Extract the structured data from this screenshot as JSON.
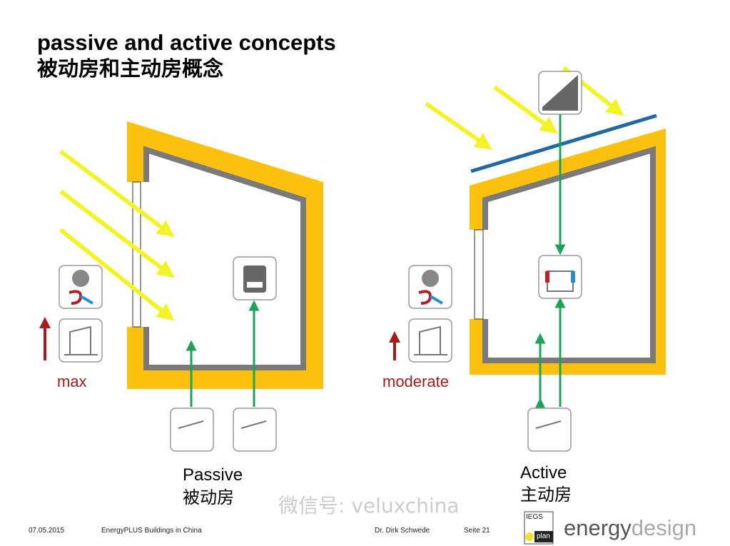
{
  "title": "passive and active concepts",
  "subtitle": "被动房和主动房概念",
  "left": {
    "level_label": "max",
    "concept": "Passive",
    "concept_cn": "被动房"
  },
  "right": {
    "level_label": "moderate",
    "concept": "Active",
    "concept_cn": "主动房"
  },
  "footer": {
    "date": "07.05.2015",
    "event": "EnergyPLUS Buildings in China",
    "author": "Dr. Dirk Schwede",
    "page": "Seite 21"
  },
  "logo": {
    "top": "IEGS",
    "bottom": "plan",
    "brand_a": "energy",
    "brand_b": "design"
  },
  "watermark": "微信号: veluxchina",
  "colors": {
    "wall": "#fbc10e",
    "inner": "#7a7a7a",
    "sun": "#f3f32a",
    "green": "#1ea35a",
    "blue": "#1f6aa5",
    "red": "#a01e1e"
  }
}
